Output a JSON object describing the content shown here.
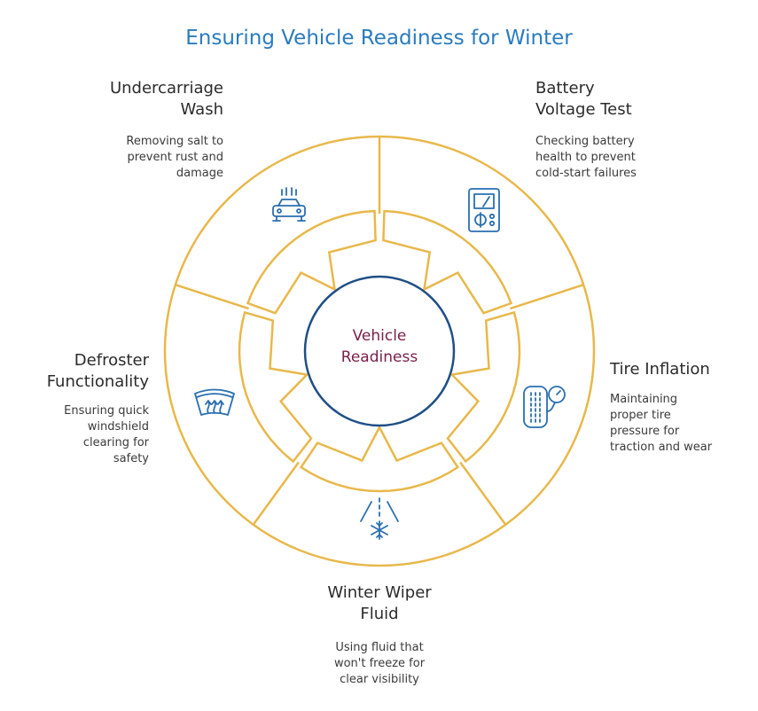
{
  "title": "Ensuring Vehicle Readiness for Winter",
  "center": {
    "line1": "Vehicle",
    "line2": "Readiness"
  },
  "colors": {
    "ring": "#e8b84a",
    "icon": "#2a6fb0",
    "center_stroke": "#1f4f86",
    "title": "#2a7bbf",
    "center_text": "#7a1f4a"
  },
  "items": [
    {
      "id": "undercarriage",
      "title_line1": "Undercarriage",
      "title_line2": "Wash",
      "desc": [
        "Removing salt to",
        "prevent rust and",
        "damage"
      ],
      "icon": "car-wash-icon"
    },
    {
      "id": "battery",
      "title_line1": "Battery",
      "title_line2": "Voltage Test",
      "desc": [
        "Checking battery",
        "health to prevent",
        "cold-start failures"
      ],
      "icon": "voltmeter-icon"
    },
    {
      "id": "tire",
      "title_line1": "Tire Inflation",
      "title_line2": "",
      "desc": [
        "Maintaining",
        "proper tire",
        "pressure for",
        "traction and wear"
      ],
      "icon": "tire-gauge-icon"
    },
    {
      "id": "wiper",
      "title_line1": "Winter Wiper",
      "title_line2": "Fluid",
      "desc": [
        "Using fluid that",
        "won't freeze for",
        "clear visibility"
      ],
      "icon": "wiper-snowflake-icon"
    },
    {
      "id": "defroster",
      "title_line1": "Defroster",
      "title_line2": "Functionality",
      "desc": [
        "Ensuring quick",
        "windshield",
        "clearing for",
        "safety"
      ],
      "icon": "windshield-defrost-icon"
    }
  ]
}
